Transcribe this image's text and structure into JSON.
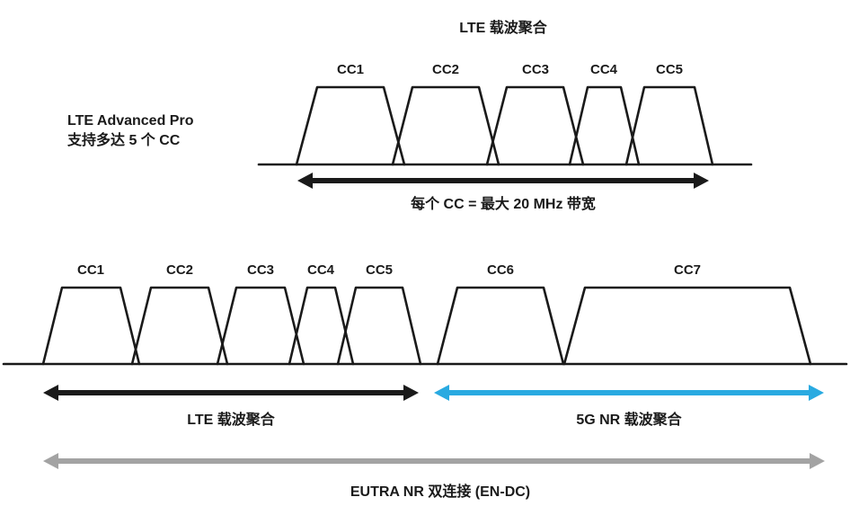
{
  "colors": {
    "ink": "#1a1a1a",
    "blue": "#29aae1",
    "gray": "#a3a3a3"
  },
  "top": {
    "title": "LTE 载波聚合",
    "note_line1": "LTE Advanced Pro",
    "note_line2": "支持多达 5 个 CC",
    "carriers": [
      "CC1",
      "CC2",
      "CC3",
      "CC4",
      "CC5"
    ],
    "bandwidth_label": "每个 CC = 最大 20 MHz 带宽"
  },
  "bottom": {
    "carriers": [
      "CC1",
      "CC2",
      "CC3",
      "CC4",
      "CC5",
      "CC6",
      "CC7"
    ],
    "lte_label": "LTE 载波聚合",
    "nr_label": "5G NR 载波聚合",
    "endc_label": "EUTRA NR 双连接 (EN-DC)"
  }
}
